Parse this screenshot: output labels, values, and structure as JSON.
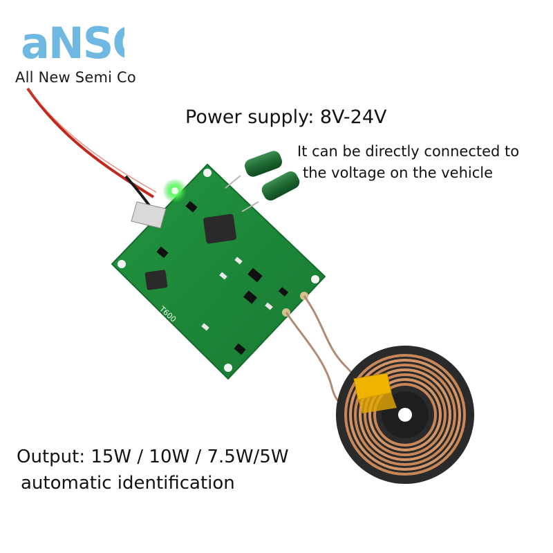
{
  "logo": {
    "mark_text": "aNSC",
    "company_name": "All New Semi Co",
    "color": "#6fb8e2"
  },
  "product": {
    "board_marking": "T600",
    "pcb_color": "#1f8a3e",
    "coil_color": "#c98656",
    "led_color": "#4dff5a"
  },
  "captions": {
    "power_supply": "Power supply: 8V-24V",
    "vehicle_line1": "It can be directly connected to",
    "vehicle_line2": "the voltage on the vehicle",
    "output_line1": "Output: 15W / 10W / 7.5W/5W",
    "output_line2": "automatic identification"
  }
}
